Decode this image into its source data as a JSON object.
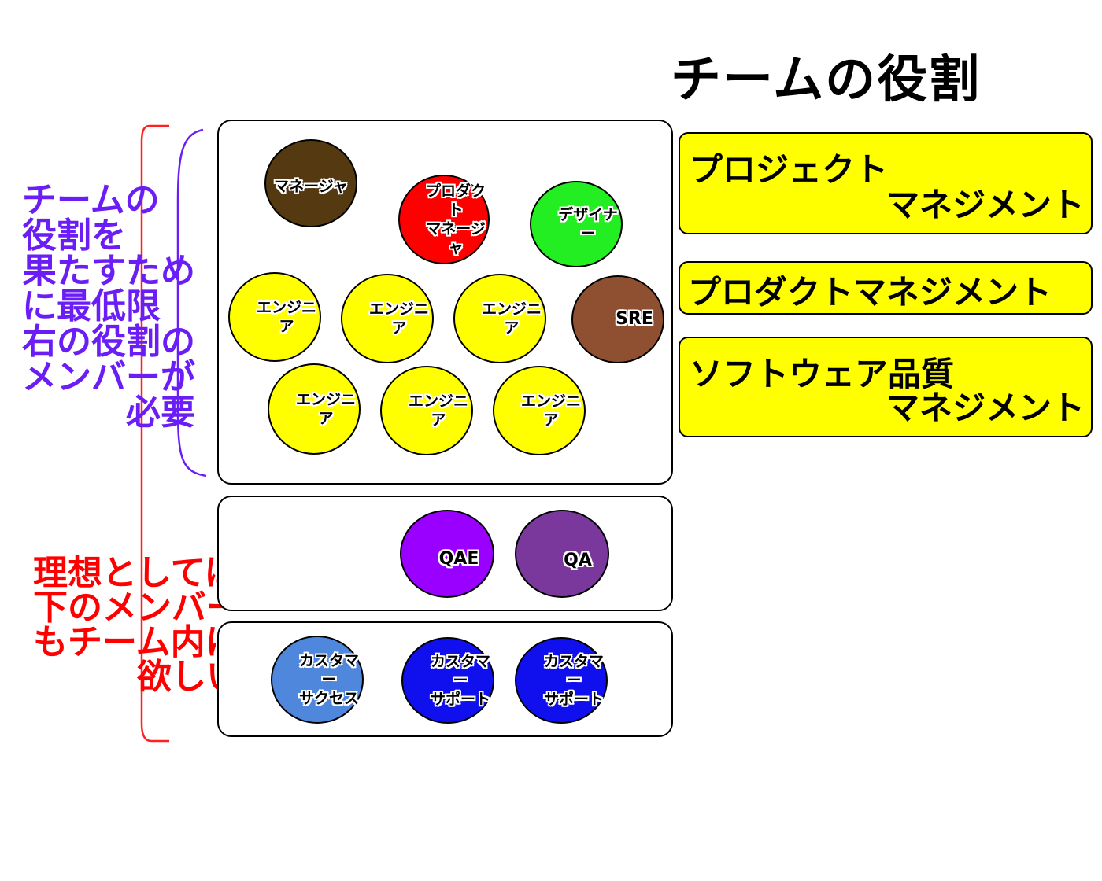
{
  "title": "チームの役割",
  "core_team": {
    "members": [
      {
        "label": "マネージャ",
        "color": "#553911"
      },
      {
        "label": "プロダクト\nマネージャ",
        "color": "#ff0000"
      },
      {
        "label": "デザイナー",
        "color": "#22ee22"
      },
      {
        "label": "エンジニア",
        "color": "#ffff00"
      },
      {
        "label": "エンジニア",
        "color": "#ffff00"
      },
      {
        "label": "エンジニア",
        "color": "#ffff00"
      },
      {
        "label": "SRE",
        "color": "#8f5032"
      },
      {
        "label": "エンジニア",
        "color": "#ffff00"
      },
      {
        "label": "エンジニア",
        "color": "#ffff00"
      },
      {
        "label": "エンジニア",
        "color": "#ffff00"
      }
    ]
  },
  "qa_team": {
    "members": [
      {
        "label": "QAE",
        "color": "#9900ff"
      },
      {
        "label": "QA",
        "color": "#7a389c"
      }
    ]
  },
  "support_team": {
    "members": [
      {
        "label": "カスタマー\nサクセス",
        "color": "#4f87dd"
      },
      {
        "label": "カスタマー\nサポート",
        "color": "#1010ee"
      },
      {
        "label": "カスタマー\nサポート",
        "color": "#1010ee"
      }
    ]
  },
  "roles": {
    "project_line1": "プロジェクト",
    "project_line2": "マネジメント",
    "product": "プロダクトマネジメント",
    "quality_line1": "ソフトウェア品質",
    "quality_line2": "マネジメント",
    "color": "#ffff00"
  },
  "notes": {
    "minimum": "チームの\n役割を\n果たすため\nに最低限\n右の役割の\nメンバーが\n　　　必要",
    "minimum_color": "#6a1ef5",
    "ideal": "理想としては\n下のメンバー\nもチーム内に\n　　　欲しい",
    "ideal_color": "#ff0000"
  }
}
